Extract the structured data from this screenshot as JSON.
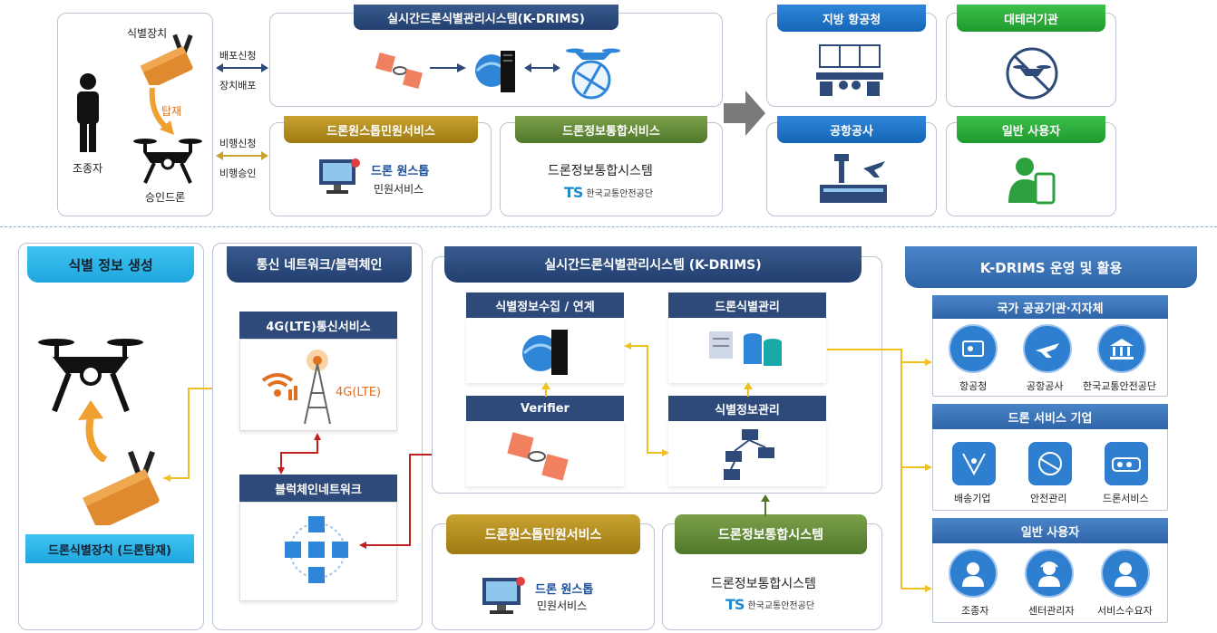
{
  "top": {
    "pilot_label": "조종자",
    "device_label": "식별장치",
    "mount_label": "탑재",
    "drone_label": "승인드론",
    "deploy_request": "배포신청",
    "device_deploy": "장치배포",
    "flight_request": "비행신청",
    "flight_approval": "비행승인",
    "kdrims_title": "실시간드론식별관리시스템(K-DRIMS)",
    "onestop_title": "드론원스톱민원서비스",
    "onestop_line1": "드론 원스톱",
    "onestop_line2": "민원서비스",
    "integ_title": "드론정보통합서비스",
    "integ_body": "드론정보통합시스템",
    "ts_logo": "TS",
    "ts_org": "한국교통안전공단",
    "orgs": [
      "지방 항공청",
      "대테러기관",
      "공항공사",
      "일반 사용자"
    ]
  },
  "bottom": {
    "gen_title": "식별 정보 생성",
    "gen_device": "드론식별장치 (드론탑재)",
    "net_title": "통신 네트워크/블럭체인",
    "lte_title": "4G(LTE)통신서비스",
    "lte_label": "4G(LTE)",
    "chain_title": "블럭체인네트워크",
    "kd_title": "실시간드론식별관리시스템 (K-DRIMS)",
    "collect": "식별정보수집 / 연계",
    "manage": "드론식별관리",
    "verifier": "Verifier",
    "idinfo": "식별정보관리",
    "onestop_title": "드론원스톱민원서비스",
    "onestop_line1": "드론 원스톱",
    "onestop_line2": "민원서비스",
    "integ_title": "드론정보통합시스템",
    "integ_body": "드론정보통합시스템",
    "ts_logo": "TS",
    "ts_org": "한국교통안전공단",
    "use_title": "K-DRIMS 운영 및 활용",
    "groups": [
      {
        "title": "국가 공공기관·지자체",
        "items": [
          "항공청",
          "공항공사",
          "한국교통안전공단"
        ]
      },
      {
        "title": "드론 서비스 기업",
        "items": [
          "배송기업",
          "안전관리",
          "드론서비스"
        ]
      },
      {
        "title": "일반 사용자",
        "items": [
          "조종자",
          "센터관리자",
          "서비스수요자"
        ]
      }
    ]
  }
}
